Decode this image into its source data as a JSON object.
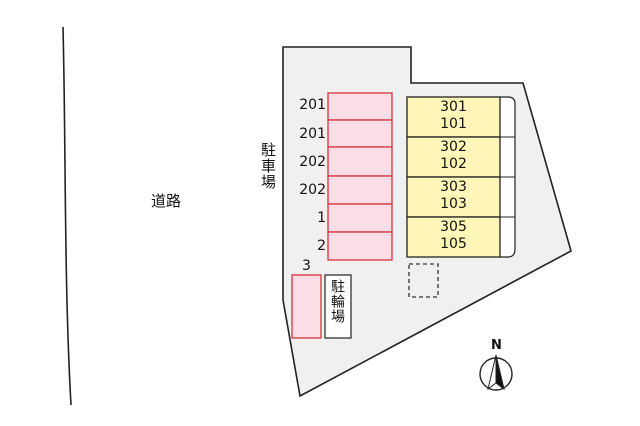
{
  "road_label": "道路",
  "parking_label": "駐車場",
  "bike_parking_label": "駐輪場",
  "parking_spaces": [
    "201",
    "201",
    "202",
    "202",
    "1",
    "2"
  ],
  "bike_space_number": "3",
  "building_units": [
    {
      "upper": "301",
      "lower": "101"
    },
    {
      "upper": "302",
      "lower": "102"
    },
    {
      "upper": "303",
      "lower": "103"
    },
    {
      "upper": "305",
      "lower": "105"
    }
  ],
  "north_label": "N",
  "colors": {
    "lot_fill": "#f0f0f0",
    "parking_fill": "#fbdde6",
    "parking_stroke": "#d8323c",
    "building_fill": "#fdf6b8"
  }
}
